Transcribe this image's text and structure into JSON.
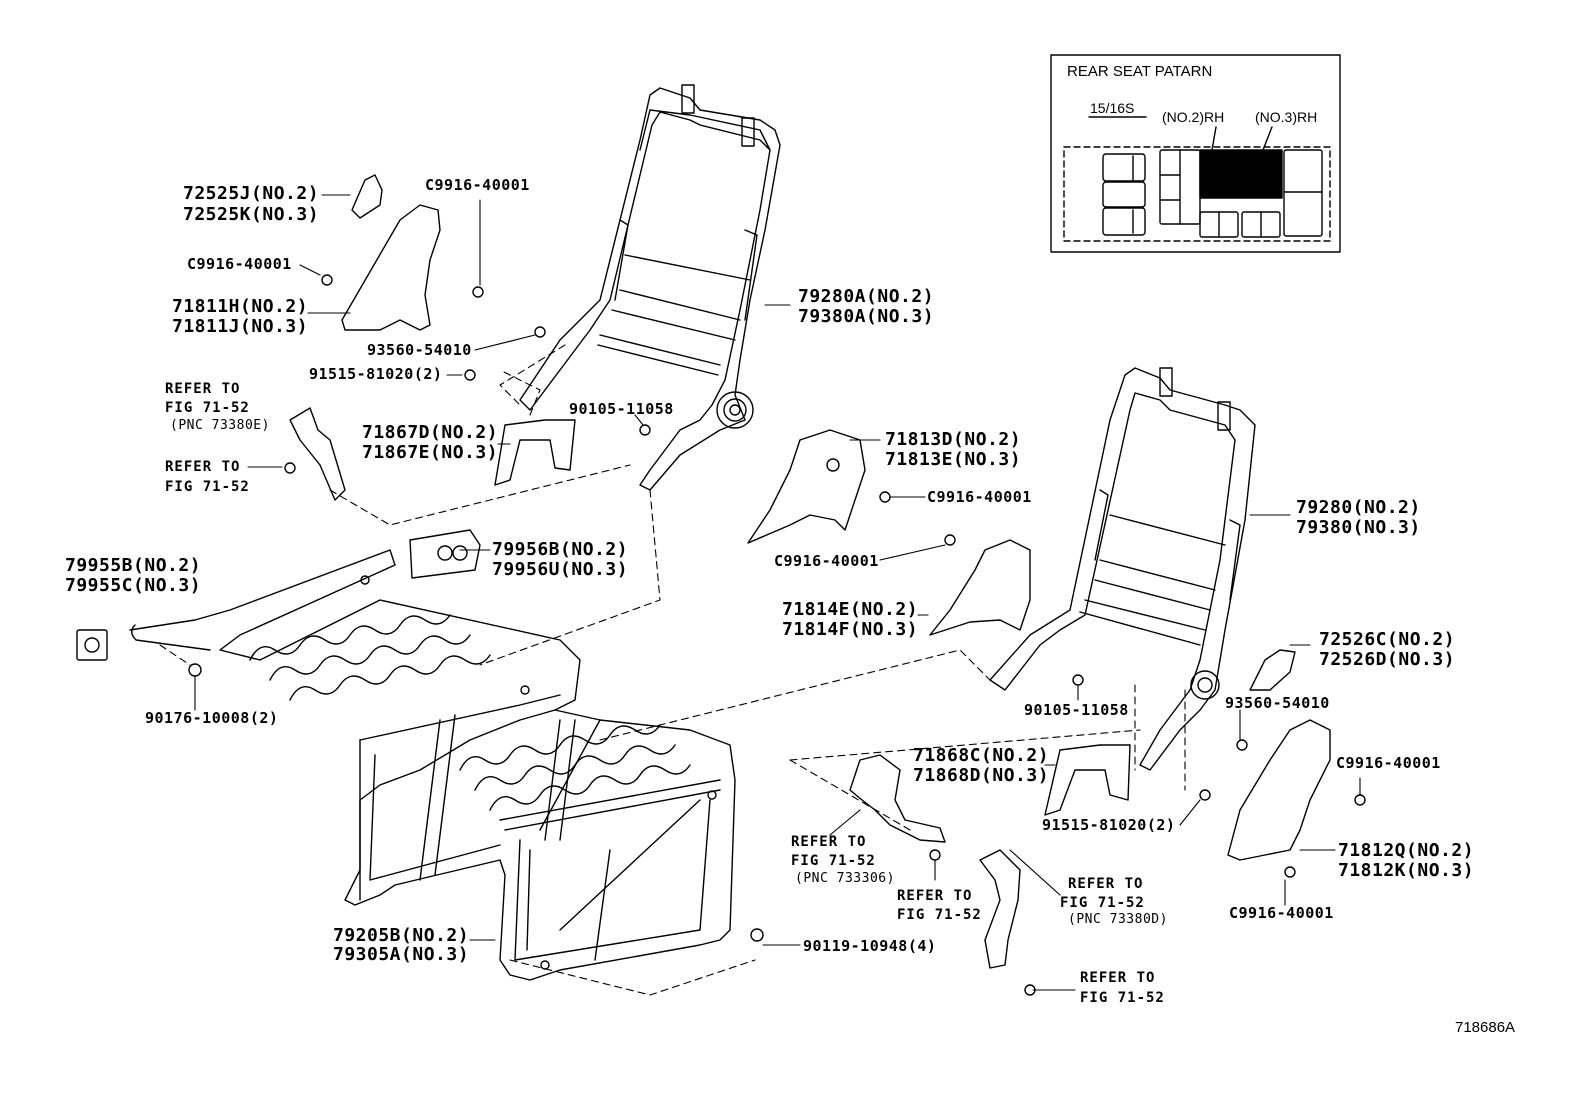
{
  "inset": {
    "title": "REAR SEAT PATARN",
    "code": "15/16S",
    "no2_rh": "(NO.2)RH",
    "no3_rh": "(NO.3)RH"
  },
  "labels": {
    "l_72525": [
      "72525J(NO.2)",
      "72525K(NO.3)"
    ],
    "l_c9916_a": "C9916-40001",
    "l_c9916_b": "C9916-40001",
    "l_71811": [
      "71811H(NO.2)",
      "71811J(NO.3)"
    ],
    "l_93560_a": "93560-54010",
    "l_91515_a": "91515-81020(2)",
    "l_refer_a": [
      "REFER TO",
      "FIG 71-52",
      "(PNC 73380E)"
    ],
    "l_refer_b": [
      "REFER TO",
      "FIG 71-52"
    ],
    "l_71867": [
      "71867D(NO.2)",
      "71867E(NO.3)"
    ],
    "l_90105_a": "90105-11058",
    "l_79280a": [
      "79280A(NO.2)",
      "79380A(NO.3)"
    ],
    "l_71813": [
      "71813D(NO.2)",
      "71813E(NO.3)"
    ],
    "l_c9916_c": "C9916-40001",
    "l_c9916_d": "C9916-40001",
    "l_79280": [
      "79280(NO.2)",
      "79380(NO.3)"
    ],
    "l_79955": [
      "79955B(NO.2)",
      "79955C(NO.3)"
    ],
    "l_79956": [
      "79956B(NO.2)",
      "79956U(NO.3)"
    ],
    "l_71814": [
      "71814E(NO.2)",
      "71814F(NO.3)"
    ],
    "l_72526": [
      "72526C(NO.2)",
      "72526D(NO.3)"
    ],
    "l_90176": "90176-10008(2)",
    "l_90105_b": "90105-11058",
    "l_93560_b": "93560-54010",
    "l_71868": [
      "71868C(NO.2)",
      "71868D(NO.3)"
    ],
    "l_c9916_e": "C9916-40001",
    "l_91515_b": "91515-81020(2)",
    "l_refer_c": [
      "REFER TO",
      "FIG 71-52",
      "(PNC 733306)"
    ],
    "l_refer_d": [
      "REFER TO",
      "FIG 71-52"
    ],
    "l_refer_e": [
      "REFER TO",
      "FIG 71-52",
      "(PNC 73380D)"
    ],
    "l_71812": [
      "71812Q(NO.2)",
      "71812K(NO.3)"
    ],
    "l_c9916_f": "C9916-40001",
    "l_79205": [
      "79205B(NO.2)",
      "79305A(NO.3)"
    ],
    "l_90119": "90119-10948(4)",
    "l_refer_f": [
      "REFER TO",
      "FIG 71-52"
    ],
    "figure_id": "718686A"
  }
}
